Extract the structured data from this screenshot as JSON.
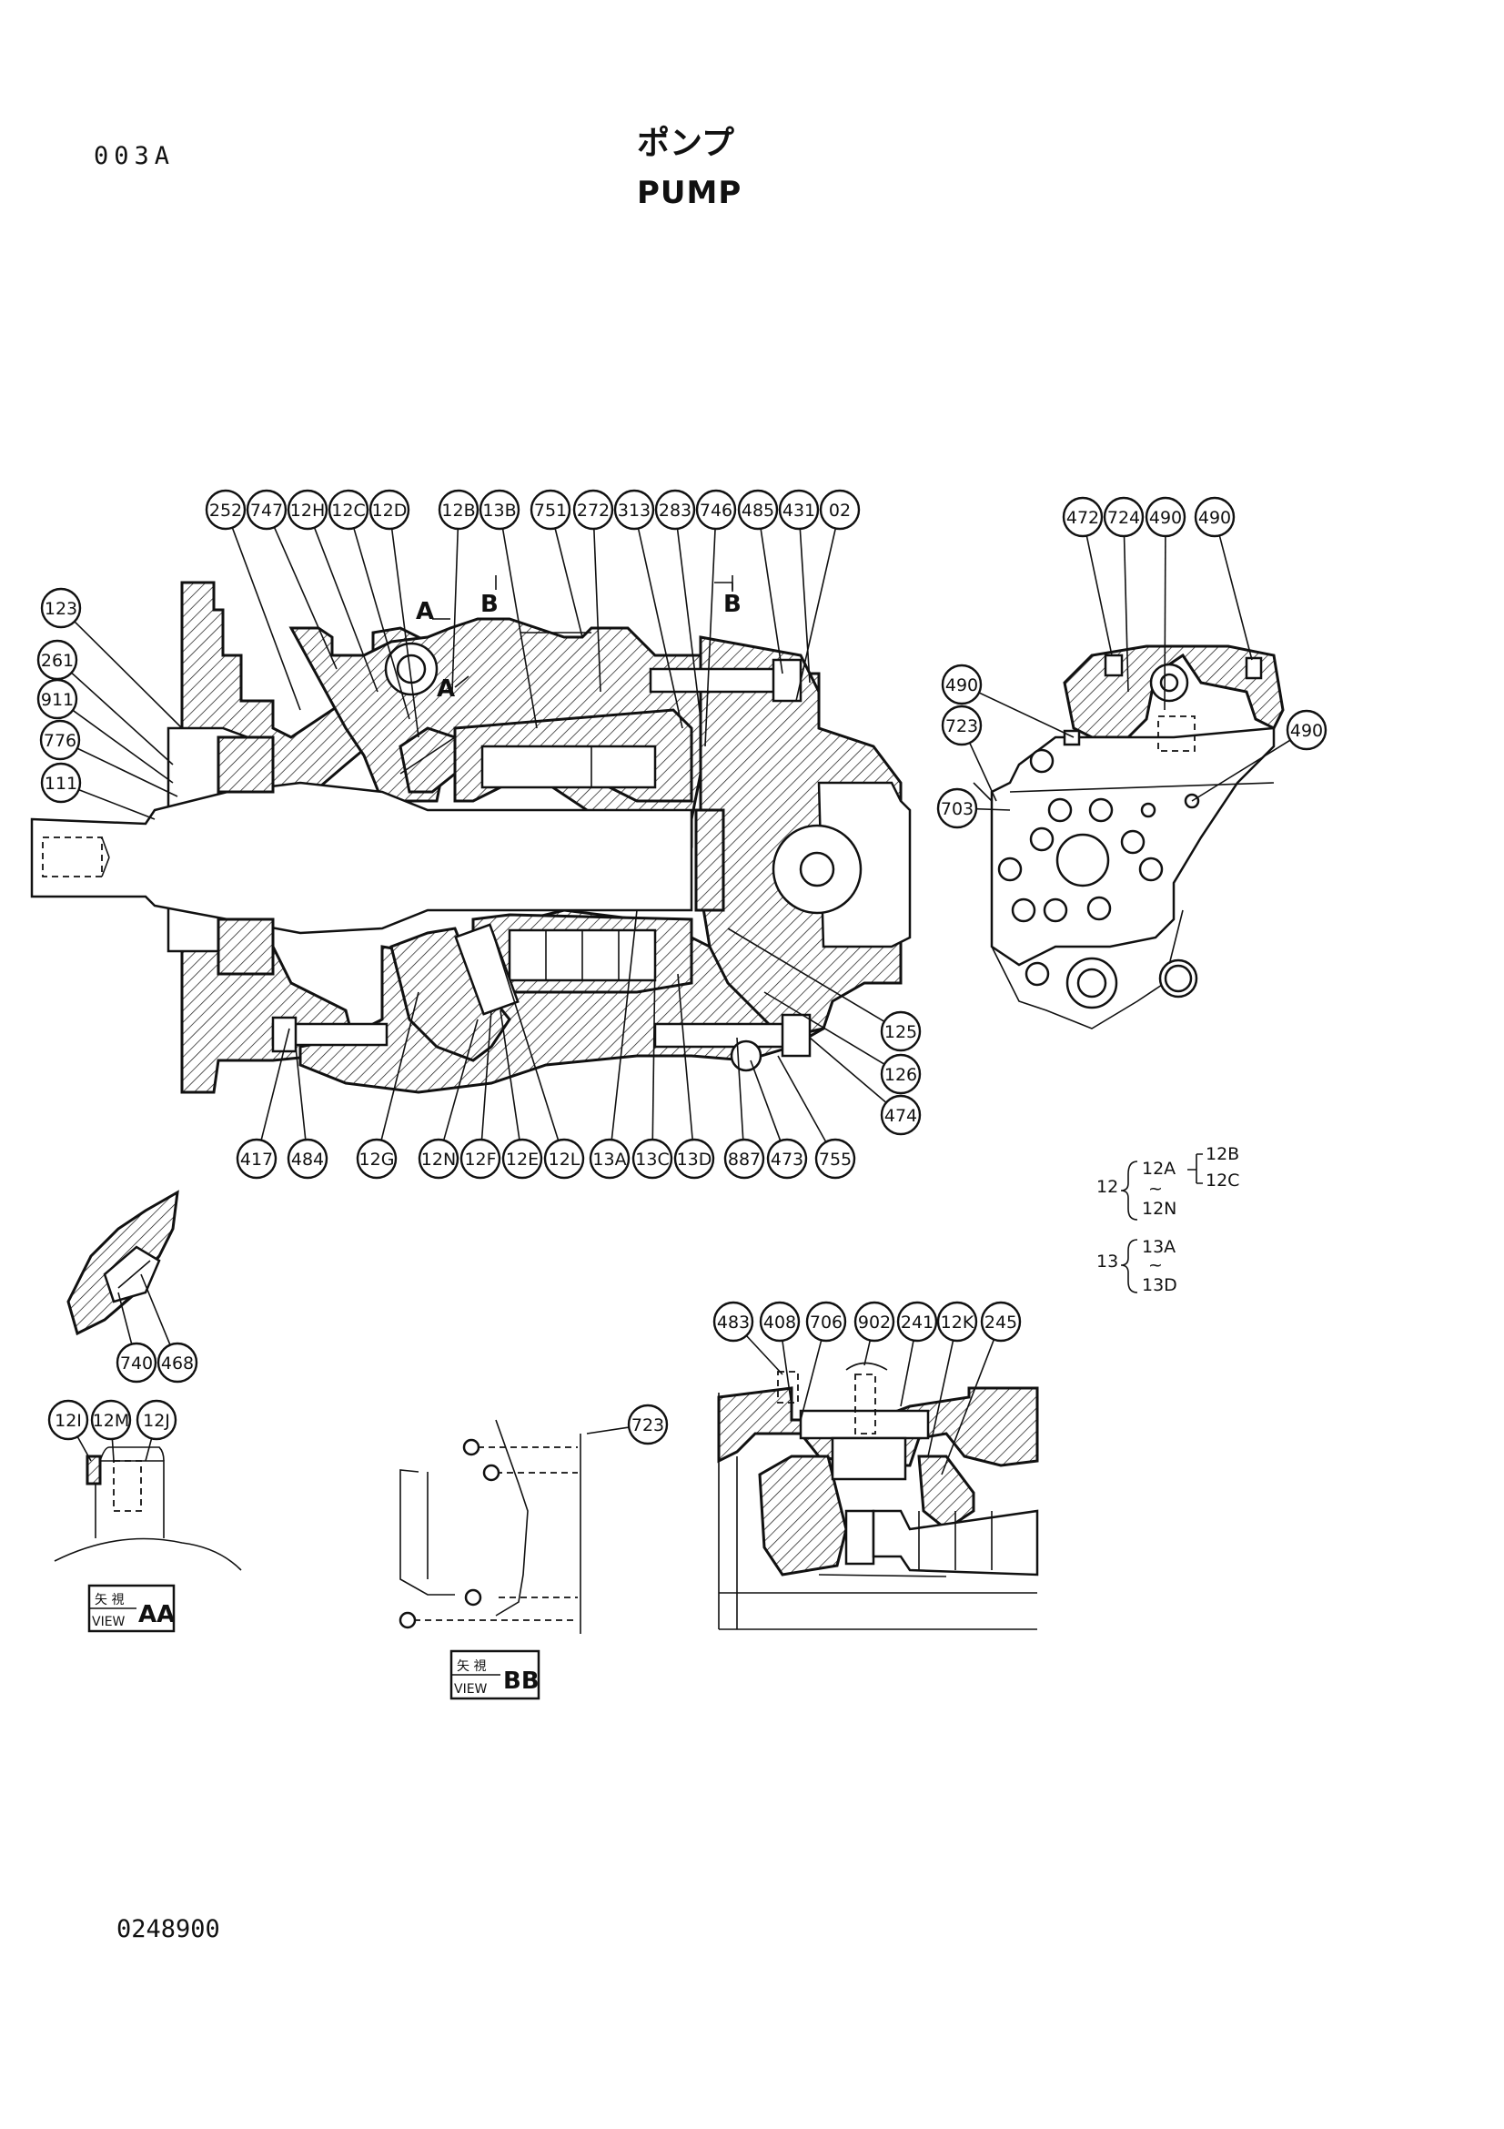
{
  "header": {
    "page_code": "003A",
    "title_jp": "ポンプ",
    "title_en": "PUMP"
  },
  "footer": {
    "drawing_no": "0248900"
  },
  "section_marks": {
    "a": "A",
    "b": "B"
  },
  "main_callouts": {
    "top": [
      "252",
      "747",
      "12H",
      "12C",
      "12D",
      "12B",
      "13B",
      "751",
      "272",
      "313",
      "283",
      "746",
      "485",
      "431",
      "02"
    ],
    "left": [
      "123",
      "261",
      "911",
      "776",
      "111"
    ],
    "bottom": [
      "417",
      "484",
      "12G",
      "12N",
      "12F",
      "12E",
      "12L",
      "13A",
      "13C",
      "13D",
      "887",
      "473",
      "755"
    ],
    "right": [
      "125",
      "126",
      "474"
    ]
  },
  "side_view_callouts": [
    "472",
    "724",
    "490",
    "490",
    "490",
    "490",
    "723",
    "703"
  ],
  "detail_callouts": {
    "nut_detail": [
      "740",
      "468"
    ],
    "view_aa": [
      "12I",
      "12M",
      "12J"
    ],
    "view_bb": [
      "723"
    ],
    "sub_section": [
      "483",
      "408",
      "706",
      "902",
      "241",
      "12K",
      "245"
    ]
  },
  "view_labels": {
    "aa": {
      "jp": "矢 視",
      "en": "VIEW",
      "id": "AA"
    },
    "bb": {
      "jp": "矢 視",
      "en": "VIEW",
      "id": "BB"
    }
  },
  "assembly_legend": {
    "group_12": {
      "number": "12",
      "first": "12A",
      "tilde": "~",
      "last": "12N",
      "sub_a": "12B",
      "sub_b": "12C"
    },
    "group_13": {
      "number": "13",
      "first": "13A",
      "tilde": "~",
      "last": "13D"
    }
  }
}
